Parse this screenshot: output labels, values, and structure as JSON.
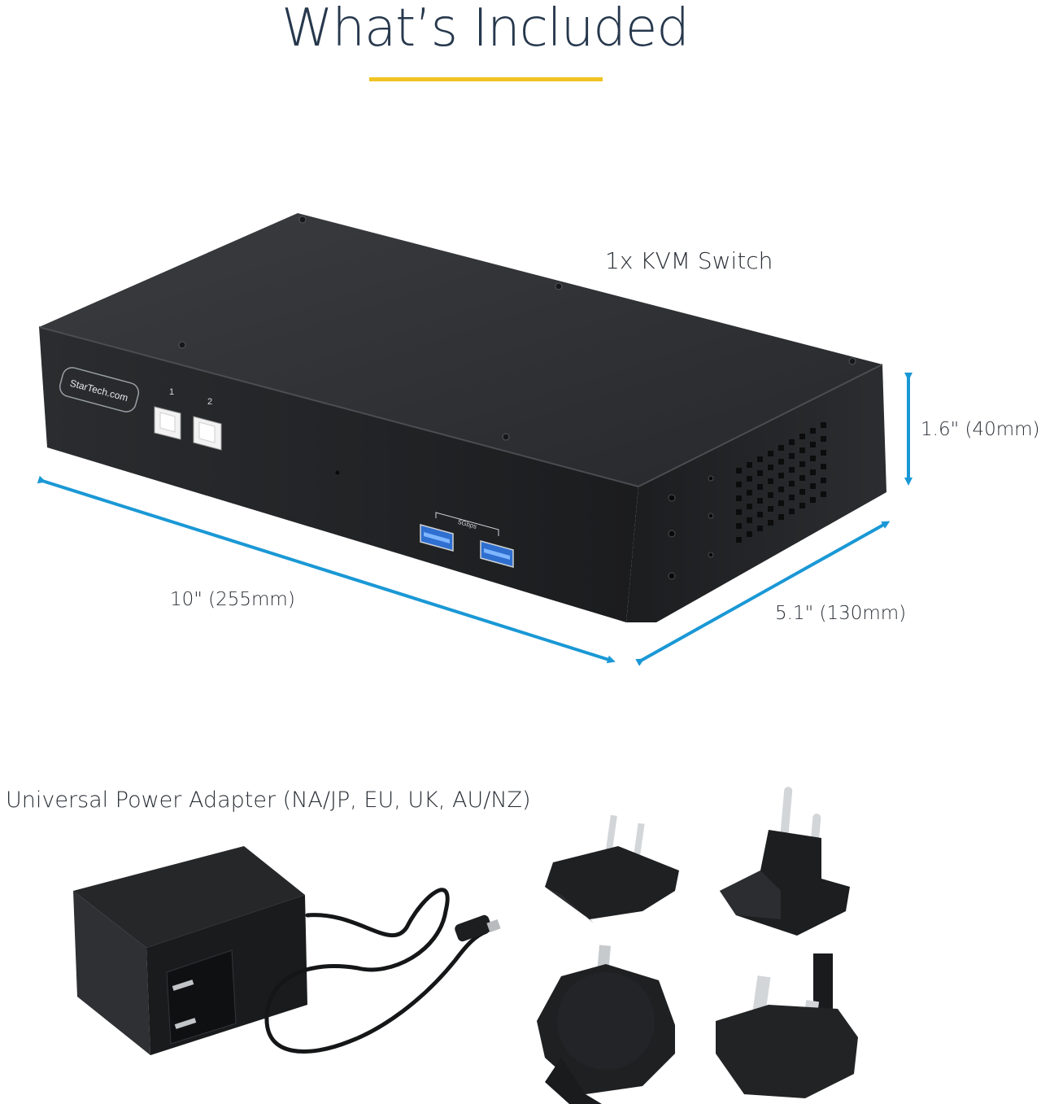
{
  "page": {
    "title": "What’s Included"
  },
  "kvm": {
    "label": "1x KVM Switch",
    "brand": "StarTech.com",
    "button_1": "1",
    "button_2": "2",
    "usb_speed": "5Gbps"
  },
  "dimensions": {
    "height": "1.6\" (40mm)",
    "length": "10\" (255mm)",
    "depth": "5.1\" (130mm)"
  },
  "adapter": {
    "label": "Universal Power Adapter (NA/JP, EU, UK, AU/NZ)"
  },
  "colors": {
    "title_text": "#27384d",
    "title_underline": "#f0c322",
    "dimension_arrows": "#1a98d5",
    "usb_port": "#2e6fd0"
  }
}
